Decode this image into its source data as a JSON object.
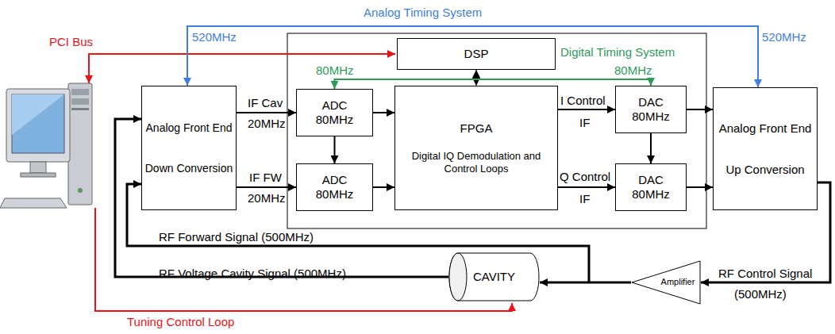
{
  "diagram": {
    "nodes": [
      {
        "text": [
          "Analog Front End",
          "Down Conversion"
        ]
      },
      {
        "text": [
          "DSP"
        ]
      },
      {
        "text": [
          "ADC 80MHz"
        ]
      },
      {
        "text": [
          "ADC 80MHz"
        ]
      },
      {
        "text": [
          "FPGA",
          "Digital IQ Demodulation and Control Loops"
        ]
      },
      {
        "text": [
          "DAC 80MHz"
        ]
      },
      {
        "text": [
          "DAC 80MHz"
        ]
      },
      {
        "text": [
          "Analog Front End",
          "Up Conversion"
        ]
      },
      {
        "text": [
          "CAVITY"
        ]
      },
      {
        "text": [
          "Amplifier"
        ]
      }
    ],
    "edges": [
      {
        "from": 0,
        "to": 2,
        "label": "IF Cav",
        "arrow": "to"
      },
      {
        "from": 0,
        "to": 3,
        "label": "IF FW",
        "arrow": "to"
      },
      {
        "from": 2,
        "to": 3,
        "arrow": "to"
      },
      {
        "from": 2,
        "to": 4,
        "arrow": "to"
      },
      {
        "from": 3,
        "to": 4,
        "arrow": "to"
      },
      {
        "from": 4,
        "to": 5,
        "label": "I Control",
        "arrow": "to"
      },
      {
        "from": 4,
        "to": 6,
        "label": "Q Control",
        "arrow": "to"
      },
      {
        "from": 5,
        "to": 6,
        "arrow": "to"
      },
      {
        "from": 5,
        "to": 7,
        "arrow": "to"
      },
      {
        "from": 6,
        "to": 7,
        "arrow": "to"
      },
      {
        "from": 1,
        "to": 4,
        "arrow": "both"
      },
      {
        "from": 7,
        "to": 9,
        "label": "RF Control Signal",
        "arrow": "to"
      },
      {
        "from": 9,
        "to": 8,
        "arrow": "to"
      },
      {
        "from": 8,
        "to": 0,
        "label": "RF Voltage Cavity Signal (500MHz)",
        "arrow": "to"
      },
      {
        "from": 9,
        "to": 0,
        "label": "RF Forward Signal (500MHz)",
        "arrow": "to"
      },
      {
        "from": 0,
        "to": 7,
        "label": "Analog Timing System",
        "arrow": "both"
      },
      {
        "from": 2,
        "to": 5,
        "label": "Digital Timing System",
        "arrow": "both"
      }
    ],
    "labels": [
      "PCI Bus",
      "520MHz",
      "520MHz",
      "80MHz",
      "80MHz",
      "20MHz",
      "20MHz",
      "IF",
      "IF",
      "(500MHz)",
      "Tuning Control Loop"
    ]
  }
}
